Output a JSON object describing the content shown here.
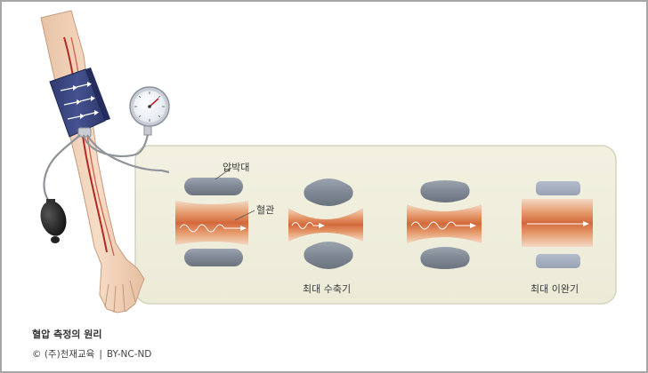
{
  "figure": {
    "labels": {
      "cuff": "압박대",
      "vessel": "혈관",
      "systolic": "최대 수축기",
      "diastolic": "최대 이완기"
    },
    "caption": {
      "title": "혈압 측정의 원리",
      "copyright": "© (주)천재교육",
      "separator": "|",
      "license": "BY-NC-ND"
    }
  }
}
